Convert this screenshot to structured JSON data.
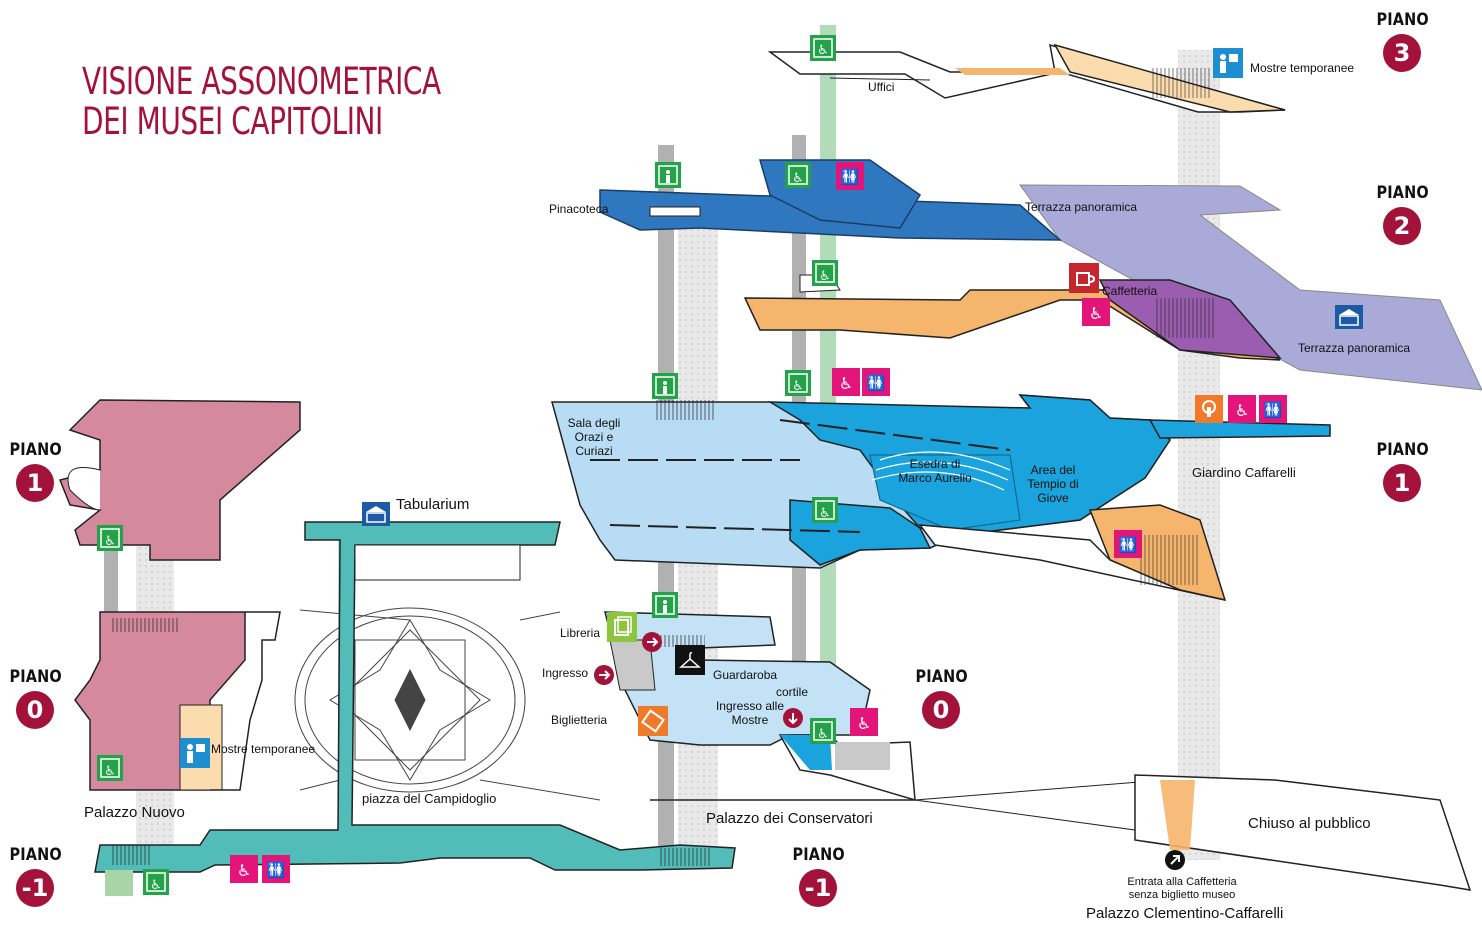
{
  "title": {
    "line1": "VISIONE ASSONOMETRICA",
    "line2": "DEI MUSEI CAPITOLINI"
  },
  "colors": {
    "accent": "#a3123b",
    "palazzo_nuovo": "#d5899f",
    "tunnel": "#52bcb8",
    "piano1_blue": "#1aa3dc",
    "piano1_light": "#b7dcf3",
    "piano2_dark_blue": "#2f78c0",
    "piano2_lavender": "#a9aad8",
    "purple": "#9b5db0",
    "orange": "#f6b56c",
    "ground_light_blue": "#c4e2f5",
    "green_icon": "#24a24a",
    "magenta_icon": "#e3157b",
    "cyan_icon": "#1d8fd1"
  },
  "floors": {
    "piano_label": "PIANO",
    "left": [
      {
        "name": "1"
      },
      {
        "name": "0"
      },
      {
        "name": "-1"
      }
    ],
    "middle": [
      {
        "name": "0"
      },
      {
        "name": "-1"
      }
    ],
    "right": [
      {
        "name": "3"
      },
      {
        "name": "2"
      },
      {
        "name": "1"
      }
    ]
  },
  "labels": {
    "uffici": "Uffici",
    "mostre_temporanee_3": "Mostre temporanee",
    "pinacoteca": "Pinacoteca",
    "terrazza_panoramica_top": "Terrazza panoramica",
    "caffetteria": "Caffetteria",
    "terrazza_panoramica": "Terrazza panoramica",
    "sala_orazi": "Sala degli Orazi e Curiazi",
    "esedra": "Esedra di Marco Aurelio",
    "area_tempio": "Area del Tempio di Giove",
    "giardino": "Giardino Caffarelli",
    "tabularium": "Tabularium",
    "libreria": "Libreria",
    "ingresso": "Ingresso",
    "biglietteria": "Biglietteria",
    "guardaroba": "Guardaroba",
    "cortile": "cortile",
    "ingresso_mostre": "Ingresso alle Mostre",
    "mostre_temporanee_0": "Mostre temporanee",
    "piazza": "piazza del Campidoglio",
    "palazzo_nuovo": "Palazzo Nuovo",
    "palazzo_conservatori": "Palazzo dei Conservatori",
    "chiuso": "Chiuso al pubblico",
    "entrata_caffetteria_1": "Entrata alla Caffetteria",
    "entrata_caffetteria_2": "senza biglietto museo",
    "palazzo_clementino": "Palazzo Clementino-Caffarelli"
  },
  "icons": [
    "elevator-icon",
    "wheelchair-icon",
    "restroom-icon",
    "exhibition-icon",
    "cafe-icon",
    "landmark-icon",
    "bookshop-icon",
    "entrance-arrow-icon",
    "coat-hanger-icon",
    "ticket-icon",
    "tactile-icon",
    "exit-arrow-icon"
  ]
}
